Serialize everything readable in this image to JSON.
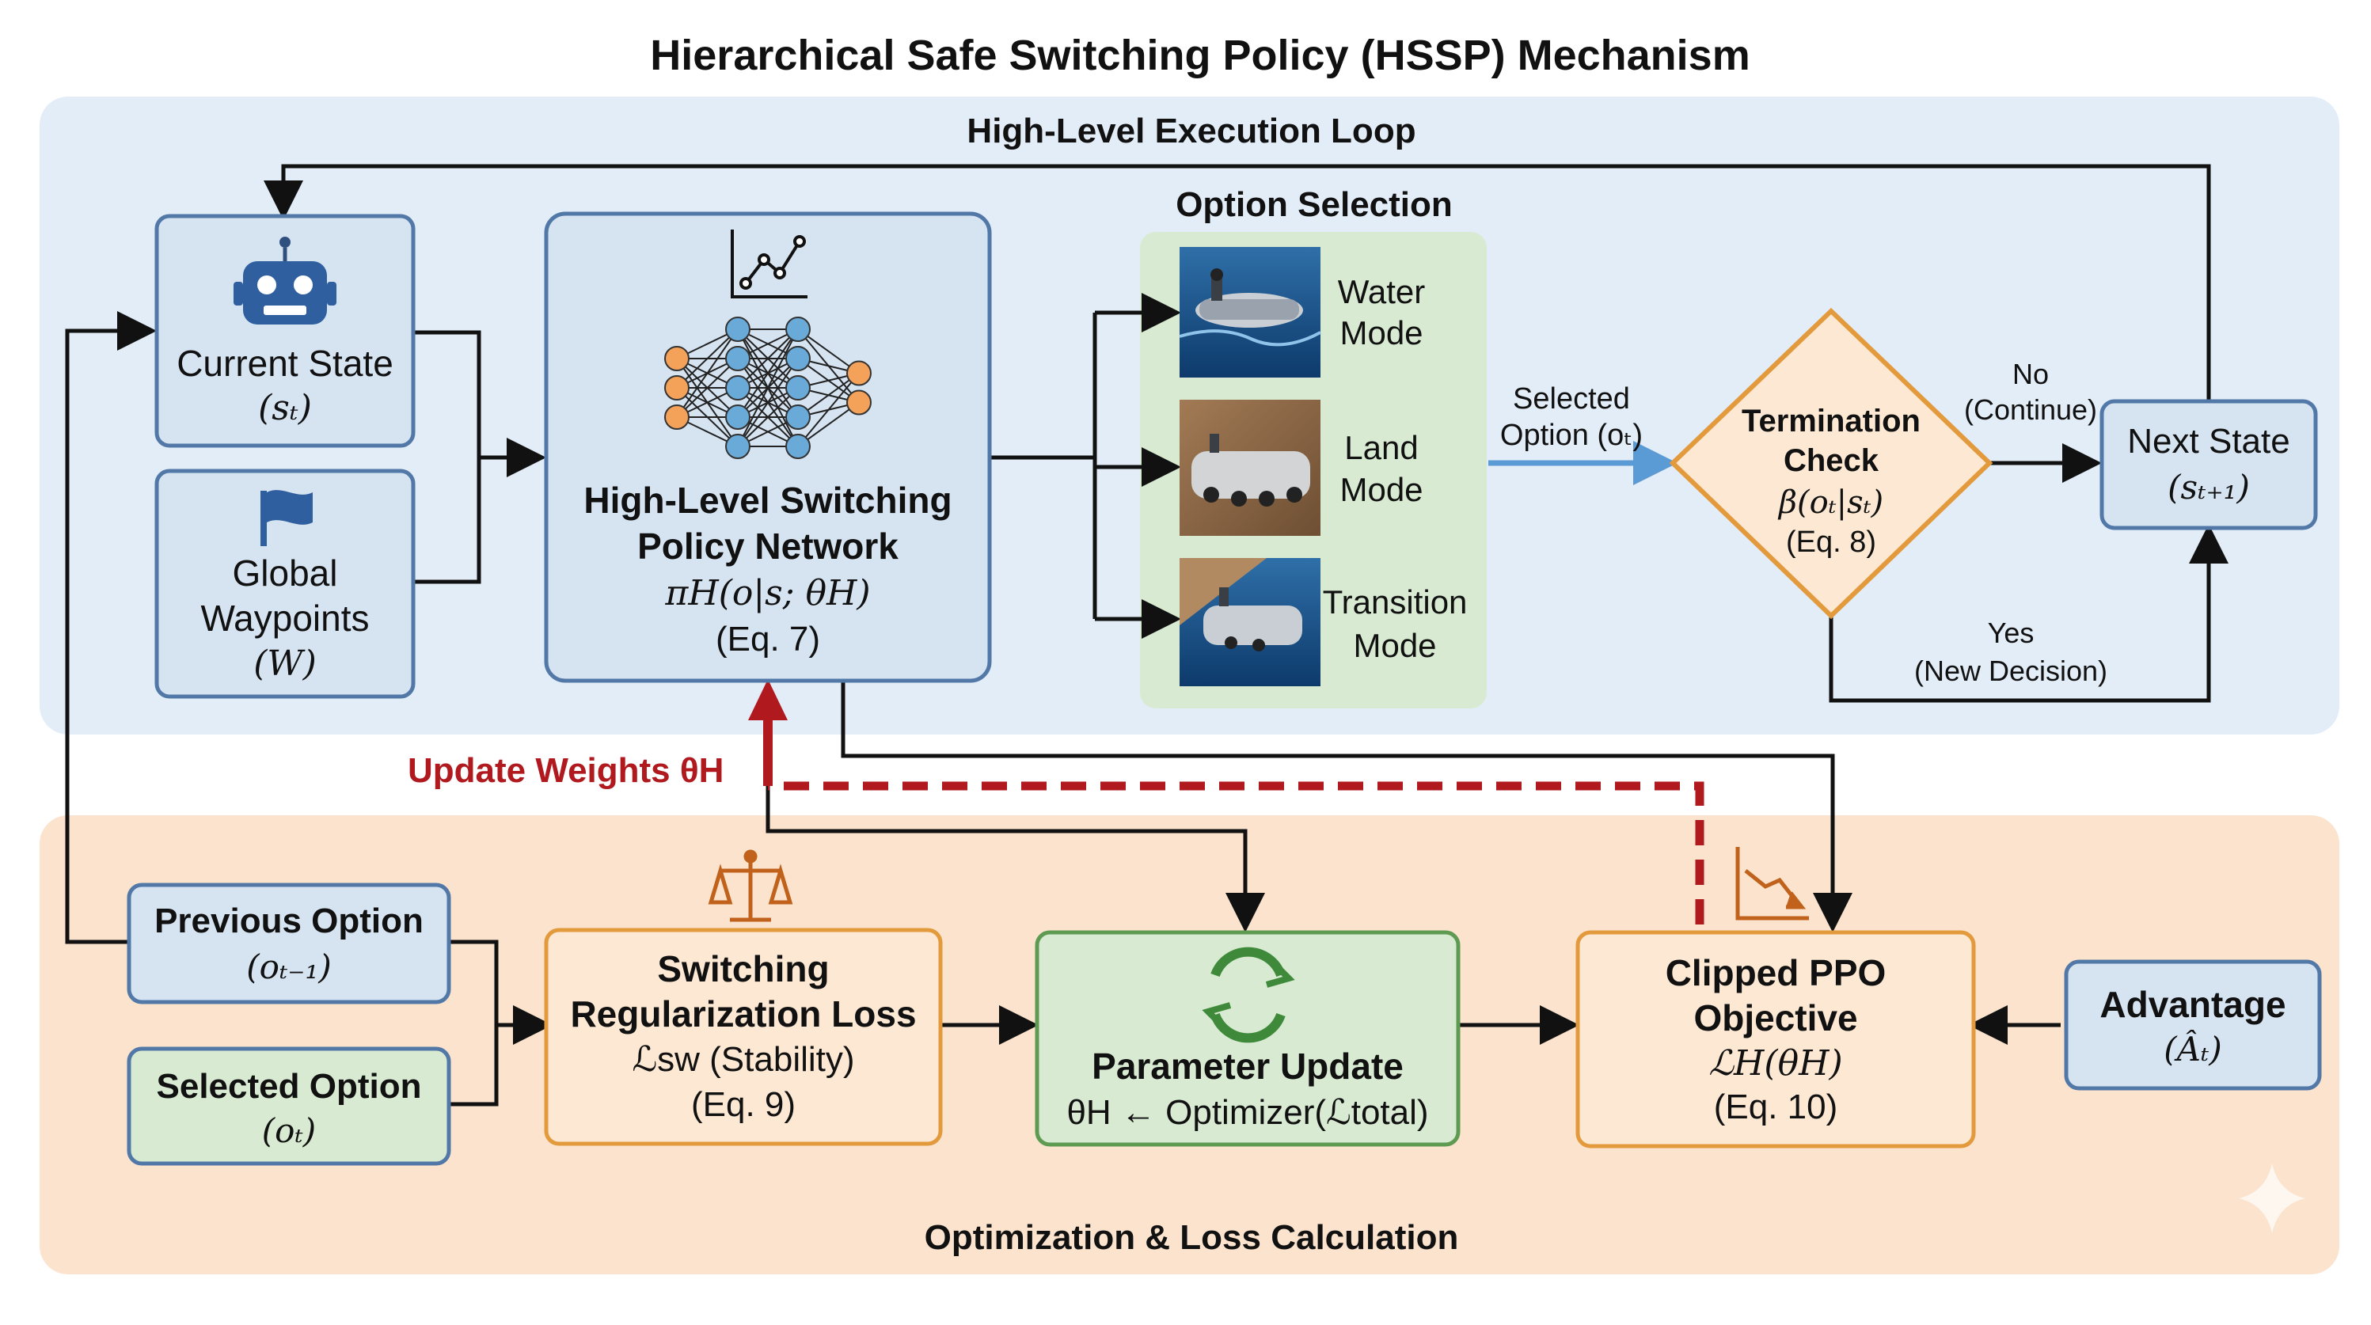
{
  "title": "Hierarchical Safe Switching Policy (HSSP) Mechanism",
  "high_level_panel": {
    "title": "High-Level Execution Loop"
  },
  "optimization_panel": {
    "title": "Optimization & Loss Calculation"
  },
  "current_state": {
    "label": "Current State",
    "symbol": "(sₜ)"
  },
  "global_waypoints": {
    "line1": "Global",
    "line2": "Waypoints",
    "symbol": "(W)"
  },
  "policy_network": {
    "line1": "High-Level Switching",
    "line2": "Policy Network",
    "formula": "πH(o|s; θH)",
    "eq": "(Eq. 7)"
  },
  "option_selection": {
    "title": "Option Selection",
    "modes": [
      {
        "line1": "Water",
        "line2": "Mode"
      },
      {
        "line1": "Land",
        "line2": "Mode"
      },
      {
        "line1": "Transition",
        "line2": "Mode"
      }
    ]
  },
  "selected_option_arrow": {
    "line1": "Selected",
    "line2": "Option (oₜ)"
  },
  "termination": {
    "line1": "Termination",
    "line2": "Check",
    "formula": "β(oₜ|sₜ)",
    "eq": "(Eq. 8)"
  },
  "no_branch": {
    "line1": "No",
    "line2": "(Continue)"
  },
  "yes_branch": {
    "line1": "Yes",
    "line2": "(New Decision)"
  },
  "next_state": {
    "label": "Next State",
    "symbol": "(sₜ₊₁)"
  },
  "update_weights": {
    "label": "Update Weights θH"
  },
  "previous_option": {
    "label": "Previous Option",
    "symbol": "(oₜ₋₁)"
  },
  "selected_option": {
    "label": "Selected Option",
    "symbol": "(oₜ)"
  },
  "switching_loss": {
    "line1": "Switching",
    "line2": "Regularization Loss",
    "formula": "ℒsw (Stability)",
    "eq": "(Eq. 9)"
  },
  "parameter_update": {
    "label": "Parameter Update",
    "formula": "θH ← Optimizer(ℒtotal)"
  },
  "ppo_objective": {
    "line1": "Clipped PPO",
    "line2": "Objective",
    "formula": "ℒH(θH)",
    "eq": "(Eq. 10)"
  },
  "advantage": {
    "label": "Advantage",
    "symbol": "(Âₜ)"
  },
  "colors": {
    "blue_panel": "#e3edf7",
    "orange_panel": "#fbe3cd",
    "blue_box": "#d6e4f2",
    "blue_border": "#5278a8",
    "green_box": "#d8ebd2",
    "green_border": "#5e9a52",
    "orange_box": "#fde9d3",
    "orange_border": "#e39a3c",
    "update_red": "#b0191e",
    "arrow_blue": "#5b9bd5"
  }
}
